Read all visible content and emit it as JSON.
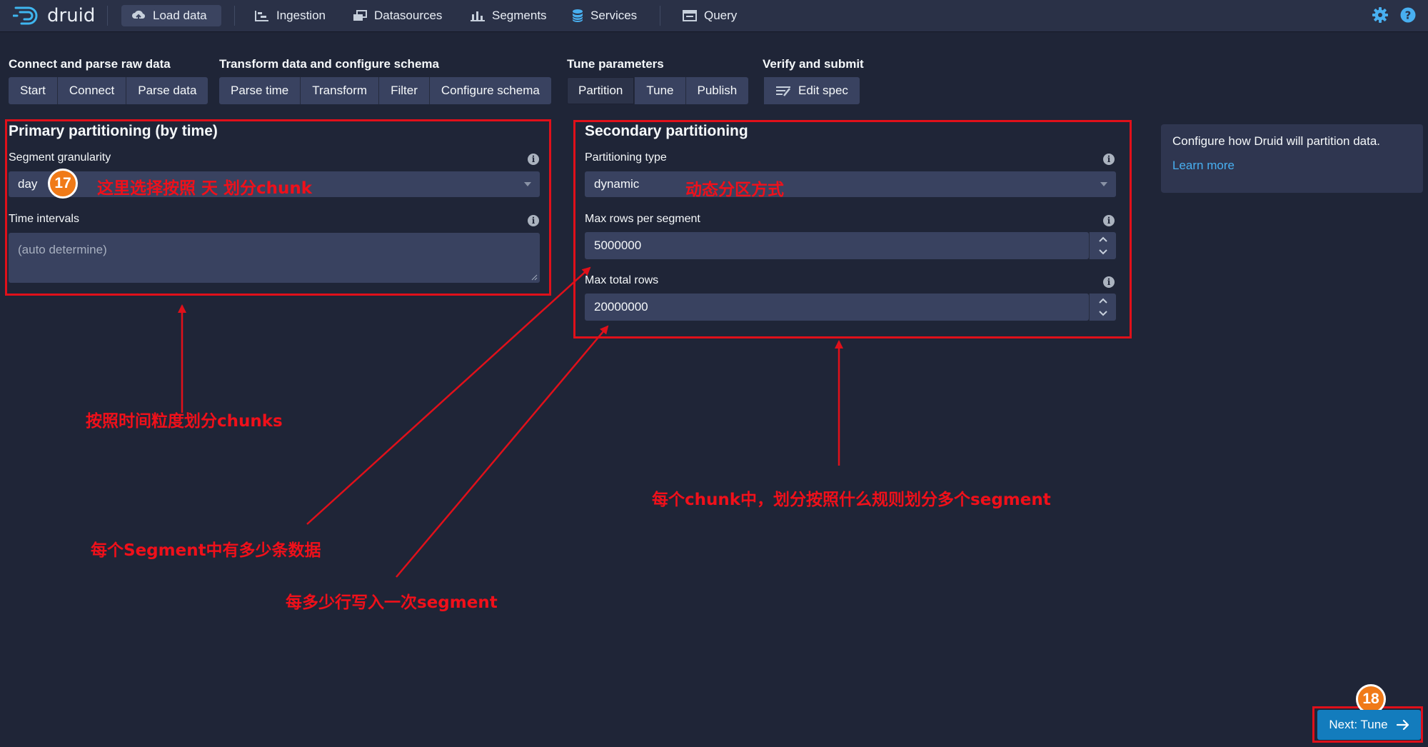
{
  "app": {
    "logo_text": "druid"
  },
  "nav": {
    "load_data": "Load data",
    "ingestion": "Ingestion",
    "datasources": "Datasources",
    "segments": "Segments",
    "services": "Services",
    "query": "Query"
  },
  "steps": {
    "groups": [
      {
        "label": "Connect and parse raw data",
        "items": [
          "Start",
          "Connect",
          "Parse data"
        ]
      },
      {
        "label": "Transform data and configure schema",
        "items": [
          "Parse time",
          "Transform",
          "Filter",
          "Configure schema"
        ]
      },
      {
        "label": "Tune parameters",
        "items": [
          "Partition",
          "Tune",
          "Publish"
        ]
      },
      {
        "label": "Verify and submit",
        "items": [
          "Edit spec"
        ]
      }
    ],
    "active": "Partition"
  },
  "primary": {
    "title": "Primary partitioning (by time)",
    "segment_granularity_label": "Segment granularity",
    "segment_granularity_value": "day",
    "time_intervals_label": "Time intervals",
    "time_intervals_placeholder": "(auto determine)"
  },
  "secondary": {
    "title": "Secondary partitioning",
    "partitioning_type_label": "Partitioning type",
    "partitioning_type_value": "dynamic",
    "max_rows_per_segment_label": "Max rows per segment",
    "max_rows_per_segment_value": "5000000",
    "max_total_rows_label": "Max total rows",
    "max_total_rows_value": "20000000"
  },
  "help": {
    "text": "Configure how Druid will partition data.",
    "link": "Learn more"
  },
  "next_button": "Next: Tune",
  "annotations": {
    "badge_17": "17",
    "badge_18": "18",
    "granularity_note": "这里选择按照 天 划分chunk",
    "type_note": "动态分区方式",
    "chunks_note": "按照时间粒度划分chunks",
    "segment_rows_note": "每个Segment中有多少条数据",
    "write_rows_note": "每多少行写入一次segment",
    "chunk_rule_note": "每个chunk中，划分按照什么规则划分多个segment"
  },
  "colors": {
    "background": "#1f2537",
    "navbar": "#2a3147",
    "control": "#394260",
    "accent": "#137cbd",
    "link": "#48aff0",
    "annotation": "#e0101a",
    "badge": "#f07a18"
  },
  "icons": {
    "logo": "druid-logo-icon",
    "load_data": "cloud-upload-icon",
    "ingestion": "gantt-chart-icon",
    "datasources": "multi-select-icon",
    "segments": "stacked-chart-icon",
    "services": "database-icon",
    "query": "application-icon",
    "settings": "cog-icon",
    "help": "help-icon",
    "edit_spec": "manually-entered-data-icon",
    "next": "arrow-right-icon"
  }
}
